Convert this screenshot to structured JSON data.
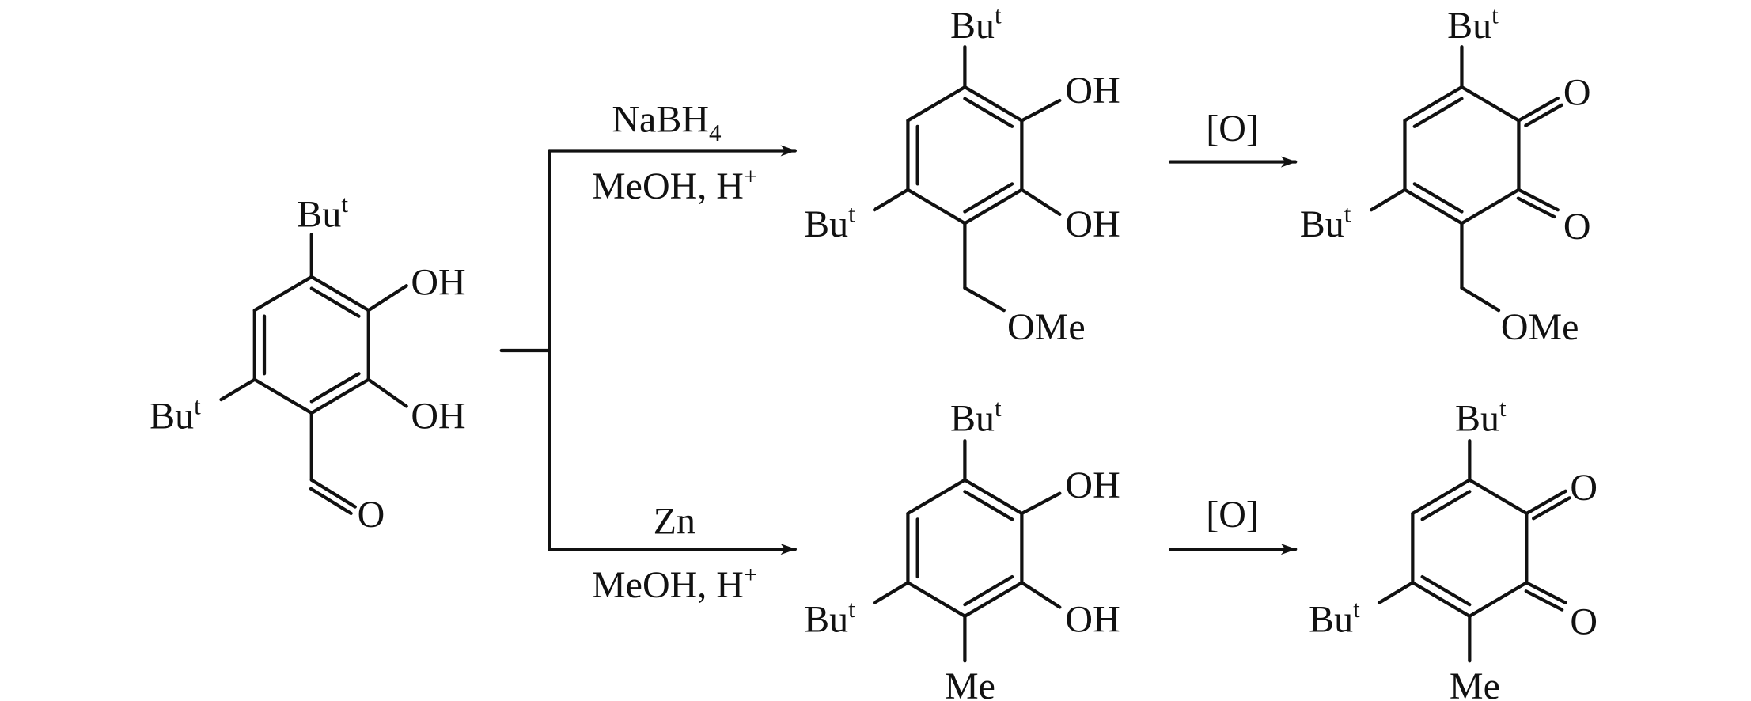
{
  "starting_material": {
    "tbu_top": {
      "main": "Bu",
      "sup": "t"
    },
    "tbu_left": {
      "main": "Bu",
      "sup": "t"
    },
    "oh_top": "OH",
    "oh_bottom": "OH",
    "aldehyde_o": "O"
  },
  "reactions": {
    "top": {
      "above_main": "NaBH",
      "above_sub": "4",
      "below_main": "MeOH, H",
      "below_sup": "+"
    },
    "bottom": {
      "above_main": "Zn",
      "below_main": "MeOH, H",
      "below_sup": "+"
    }
  },
  "oxidation": {
    "top_label": "[O]",
    "bottom_label": "[O]"
  },
  "product_top_catechol": {
    "tbu_top": {
      "main": "Bu",
      "sup": "t"
    },
    "tbu_left": {
      "main": "Bu",
      "sup": "t"
    },
    "oh_top": "OH",
    "oh_bottom": "OH",
    "substituent": "OMe"
  },
  "product_top_quinone": {
    "tbu_top": {
      "main": "Bu",
      "sup": "t"
    },
    "tbu_left": {
      "main": "Bu",
      "sup": "t"
    },
    "o_top": "O",
    "o_bottom": "O",
    "substituent": "OMe"
  },
  "product_bottom_catechol": {
    "tbu_top": {
      "main": "Bu",
      "sup": "t"
    },
    "tbu_left": {
      "main": "Bu",
      "sup": "t"
    },
    "oh_top": "OH",
    "oh_bottom": "OH",
    "substituent": "Me"
  },
  "product_bottom_quinone": {
    "tbu_top": {
      "main": "Bu",
      "sup": "t"
    },
    "tbu_left": {
      "main": "Bu",
      "sup": "t"
    },
    "o_top": "O",
    "o_bottom": "O",
    "substituent": "Me"
  }
}
